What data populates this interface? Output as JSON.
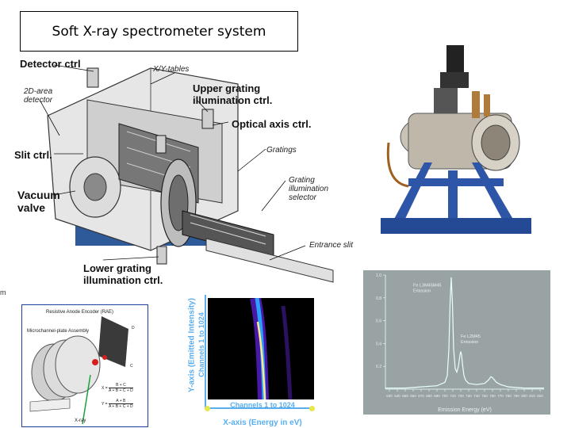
{
  "title": "Soft X-ray spectrometer system",
  "left_edge_fragment": "m",
  "diagram_labels": {
    "detector_ctrl": "Detector ctrl",
    "xy_tables": "X/Y-tables",
    "area_detector": [
      "2D-area",
      "detector"
    ],
    "upper_grating": [
      "Upper grating",
      "illumination ctrl."
    ],
    "optical_axis": "Optical axis ctrl.",
    "gratings": "Gratings",
    "slit_ctrl": "Slit ctrl.",
    "grating_selector": [
      "Grating",
      "illumination",
      "selector"
    ],
    "vacuum_valve": [
      "Vacuum",
      "valve"
    ],
    "entrance_slit": "Entrance slit",
    "lower_grating": [
      "Lower grating",
      "illumination ctrl."
    ]
  },
  "detector_diagram": {
    "header": "Resistive Anode Encoder (RAE)",
    "mcp_label": "Microchannel-plate Assembly",
    "corner_labels": [
      "D",
      "C"
    ],
    "x_formula_lhs": "X =",
    "x_formula_num": "B + C",
    "x_formula_den": "A + B + C + D",
    "y_formula_lhs": "Y =",
    "y_formula_num": "A + B",
    "y_formula_den": "A + B + C + D",
    "bottom_label": "X-ray"
  },
  "detector_image": {
    "y_axis_line1": "Y-axis (Emitted Intensity)",
    "y_axis_line2": "Channels 1 to 1024",
    "x_axis_line1": "Channels 1 to 1024",
    "x_axis_line2": "X-axis (Energy in eV)",
    "colors": {
      "background": "#000000",
      "trace": "#6a2cff",
      "trace_core": "#ffe88a",
      "axis": "#59aef0"
    }
  },
  "chart_data": {
    "type": "line",
    "title": "",
    "xlabel": "Emission Energy (eV)",
    "ylabel": "",
    "xlim": [
      625,
      825
    ],
    "ylim": [
      0,
      1.0
    ],
    "x_ticks": [
      "630",
      "640",
      "650",
      "660",
      "670",
      "680",
      "690",
      "700",
      "710",
      "720",
      "730",
      "740",
      "750",
      "760",
      "770",
      "780",
      "790",
      "800",
      "810",
      "820"
    ],
    "y_ticks": [
      "0.2",
      "0.4",
      "0.6",
      "0.8",
      "1.0"
    ],
    "annotations": [
      {
        "line1": "Fe L3M45M45",
        "line2": "Emission",
        "x": 700,
        "y": 0.9
      },
      {
        "line1": "Fe L2M45",
        "line2": "Emission",
        "x": 720,
        "y": 0.45
      }
    ],
    "series": [
      {
        "x": [
          625,
          650,
          670,
          690,
          700,
          703,
          705,
          706.5,
          708,
          709.5,
          711,
          713,
          715,
          717,
          719,
          720,
          721,
          722.5,
          724,
          726,
          730,
          740,
          750,
          755,
          758,
          760,
          765,
          770,
          780,
          800,
          825
        ],
        "values": [
          0.01,
          0.01,
          0.02,
          0.03,
          0.06,
          0.12,
          0.35,
          0.75,
          0.98,
          0.75,
          0.35,
          0.18,
          0.15,
          0.2,
          0.3,
          0.33,
          0.3,
          0.2,
          0.12,
          0.08,
          0.05,
          0.04,
          0.05,
          0.08,
          0.11,
          0.1,
          0.06,
          0.04,
          0.02,
          0.01,
          0.01
        ]
      }
    ],
    "colors": {
      "background": "#9aa3a3",
      "line": "#e8ffff"
    }
  }
}
